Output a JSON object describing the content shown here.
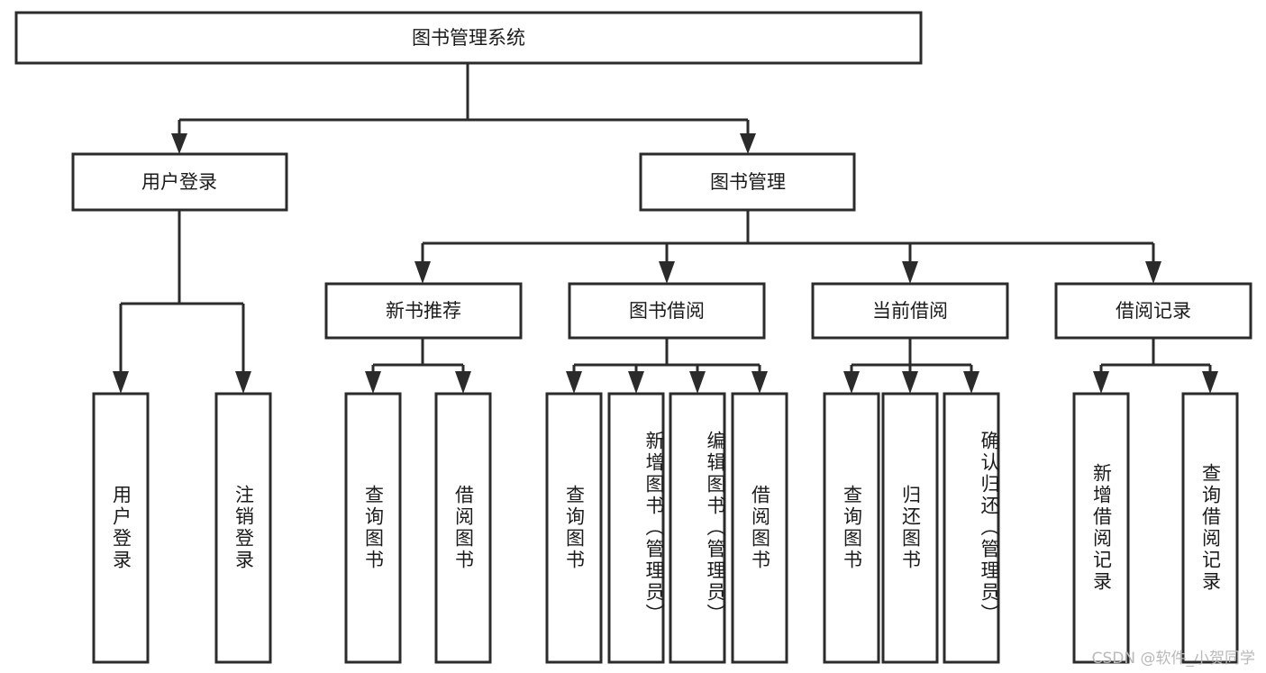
{
  "diagram": {
    "title": "图书管理系统",
    "type": "tree-hierarchy",
    "watermark": "CSDN @软件_小贺同学",
    "colors": {
      "box_stroke": "#2b2b2b",
      "box_fill": "#ffffff",
      "text": "#1b1b1b",
      "background": "#ffffff",
      "watermark": "#b9b9b9"
    },
    "root": {
      "id": "root",
      "label": "图书管理系统",
      "orientation": "horizontal"
    },
    "level1": [
      {
        "id": "user-login",
        "label": "用户登录",
        "orientation": "horizontal"
      },
      {
        "id": "book-manage",
        "label": "图书管理",
        "orientation": "horizontal"
      }
    ],
    "level2": [
      {
        "id": "new-book-recommend",
        "label": "新书推荐",
        "parent": "book-manage",
        "orientation": "horizontal"
      },
      {
        "id": "book-borrow",
        "label": "图书借阅",
        "parent": "book-manage",
        "orientation": "horizontal"
      },
      {
        "id": "current-borrow",
        "label": "当前借阅",
        "parent": "book-manage",
        "orientation": "horizontal"
      },
      {
        "id": "borrow-record",
        "label": "借阅记录",
        "parent": "book-manage",
        "orientation": "horizontal"
      }
    ],
    "leaves": [
      {
        "id": "leaf-user-login",
        "label": "用户登录",
        "parent": "user-login",
        "orientation": "vertical"
      },
      {
        "id": "leaf-user-logout",
        "label": "注销登录",
        "parent": "user-login",
        "orientation": "vertical"
      },
      {
        "id": "leaf-query-book-1",
        "label": "查询图书",
        "parent": "new-book-recommend",
        "orientation": "vertical"
      },
      {
        "id": "leaf-borrow-book-1",
        "label": "借阅图书",
        "parent": "new-book-recommend",
        "orientation": "vertical"
      },
      {
        "id": "leaf-query-book-2",
        "label": "查询图书",
        "parent": "book-borrow",
        "orientation": "vertical"
      },
      {
        "id": "leaf-add-book",
        "label": "新增图书（管理员）",
        "parent": "book-borrow",
        "orientation": "vertical"
      },
      {
        "id": "leaf-edit-book",
        "label": "编辑图书（管理员）",
        "parent": "book-borrow",
        "orientation": "vertical"
      },
      {
        "id": "leaf-borrow-book-2",
        "label": "借阅图书",
        "parent": "book-borrow",
        "orientation": "vertical"
      },
      {
        "id": "leaf-query-book-3",
        "label": "查询图书",
        "parent": "current-borrow",
        "orientation": "vertical"
      },
      {
        "id": "leaf-return-book",
        "label": "归还图书",
        "parent": "current-borrow",
        "orientation": "vertical"
      },
      {
        "id": "leaf-confirm-return",
        "label": "确认归还（管理员）",
        "parent": "current-borrow",
        "orientation": "vertical"
      },
      {
        "id": "leaf-add-record",
        "label": "新增借阅记录",
        "parent": "borrow-record",
        "orientation": "vertical"
      },
      {
        "id": "leaf-query-record",
        "label": "查询借阅记录",
        "parent": "borrow-record",
        "orientation": "vertical"
      }
    ]
  }
}
